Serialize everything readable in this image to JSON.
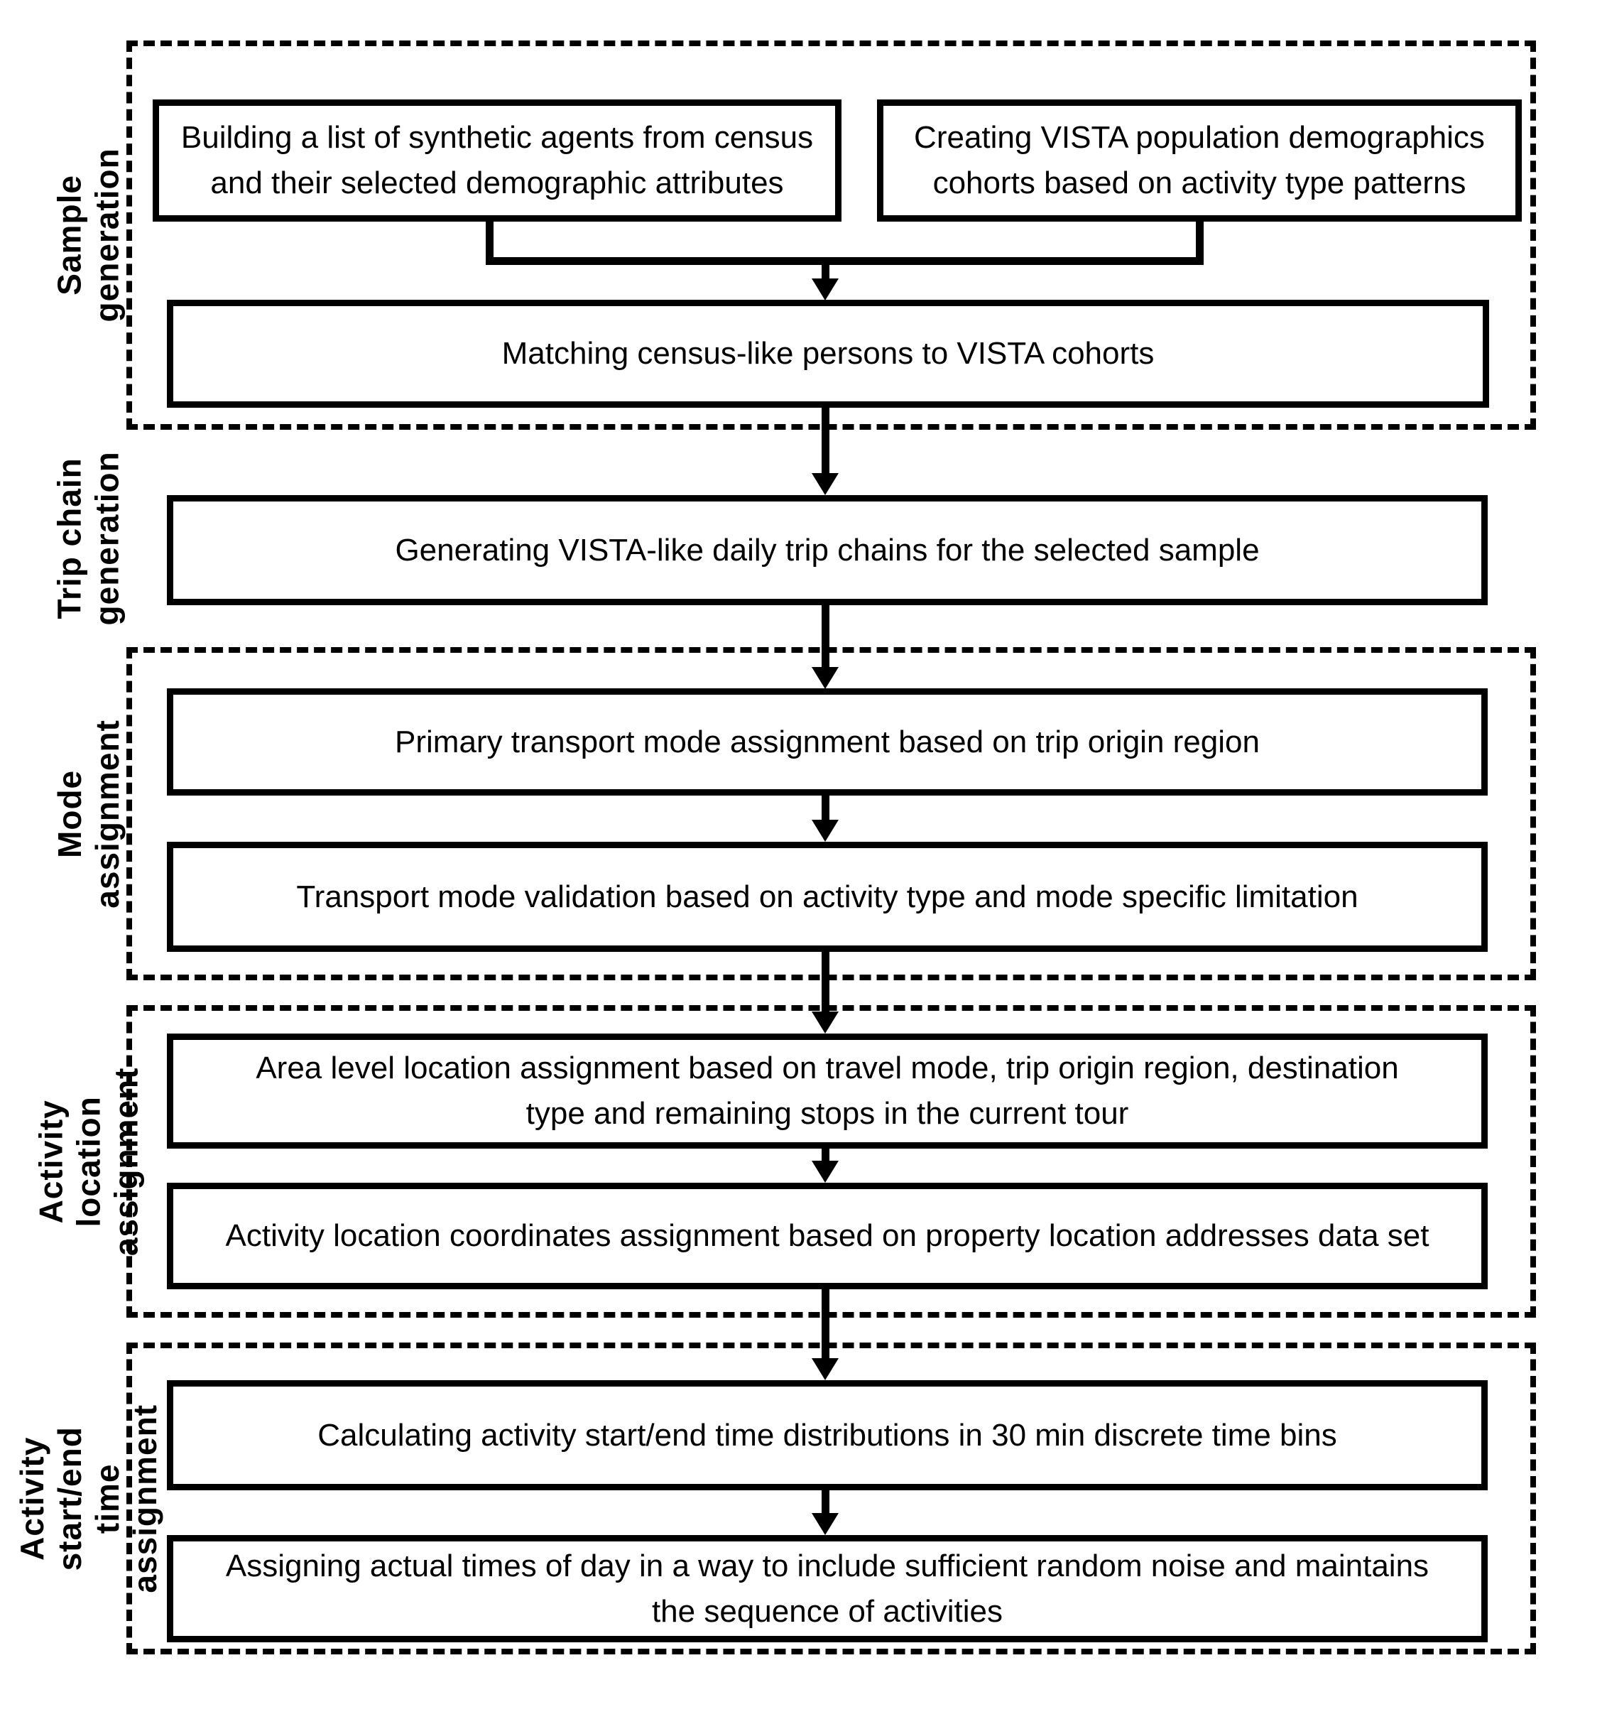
{
  "diagram": {
    "type": "flowchart",
    "background": "#ffffff",
    "ink": "#000000"
  },
  "sections": {
    "sample_generation": {
      "label": "Sample generation"
    },
    "trip_chain_generation": {
      "label": "Trip chain\ngeneration"
    },
    "mode_assignment": {
      "label": "Mode assignment"
    },
    "activity_location_assignment": {
      "label": "Activity location\nassignment"
    },
    "activity_time_assignment": {
      "label": "Activity start/end\ntime assignment"
    }
  },
  "boxes": {
    "building_agents": "Building a list of synthetic agents from census\nand their selected demographic attributes",
    "creating_cohorts": "Creating VISTA population demographics\ncohorts based on activity type patterns",
    "matching_persons": "Matching census-like persons to VISTA cohorts",
    "generating_trip_chains": "Generating VISTA-like daily trip chains for the selected sample",
    "primary_mode_assignment": "Primary transport mode assignment based on trip origin region",
    "mode_validation": "Transport mode validation based on activity type and mode specific limitation",
    "area_level_location": "Area level location assignment based on travel mode, trip origin region, destination\ntype and remaining stops in the current tour",
    "location_coordinates": "Activity location coordinates assignment based on property location addresses data set",
    "time_distributions": "Calculating activity start/end time distributions in 30 min discrete time bins",
    "assigning_times": "Assigning actual times of day in a way to include sufficient random noise and maintains\nthe sequence of activities"
  }
}
